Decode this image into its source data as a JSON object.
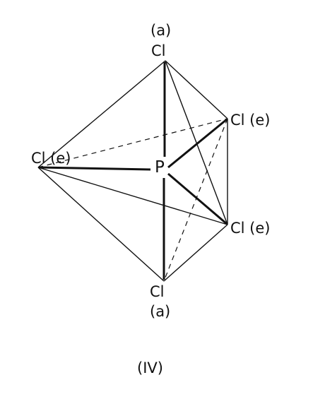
{
  "labels": {
    "top_position": "(a)",
    "top_atom": "Cl",
    "right_upper": "Cl (e)",
    "left": "Cl (e)",
    "center": "P",
    "right_lower": "Cl (e)",
    "bottom_atom": "Cl",
    "bottom_position": "(a)",
    "caption": "(IV)"
  }
}
